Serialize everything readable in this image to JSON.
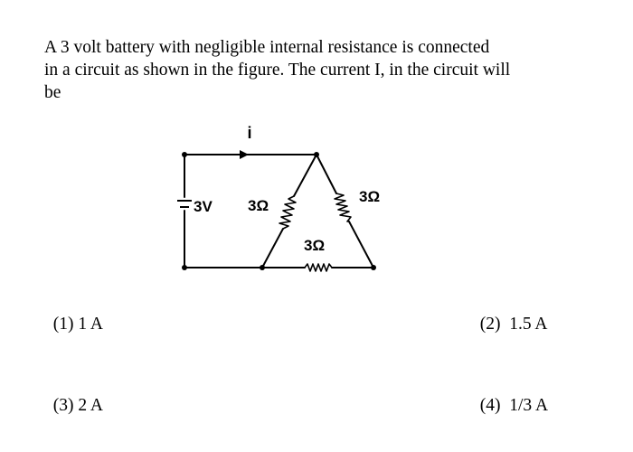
{
  "question": {
    "lines": [
      "A 3 volt battery with negligible internal resistance is connected",
      "in a circuit as shown in the figure. The current I, in the circuit will",
      "be"
    ]
  },
  "figure": {
    "current_label": "i",
    "battery_label": "3V",
    "resistors": [
      {
        "id": "left",
        "label": "3Ω"
      },
      {
        "id": "right",
        "label": "3Ω"
      },
      {
        "id": "bottom",
        "label": "3Ω"
      }
    ]
  },
  "options": [
    {
      "number": "(1)",
      "text": "1 A"
    },
    {
      "number": "(2)",
      "text": "1.5 A"
    },
    {
      "number": "(3)",
      "text": "2 A"
    },
    {
      "number": "(4)",
      "text": "1/3 A"
    }
  ]
}
